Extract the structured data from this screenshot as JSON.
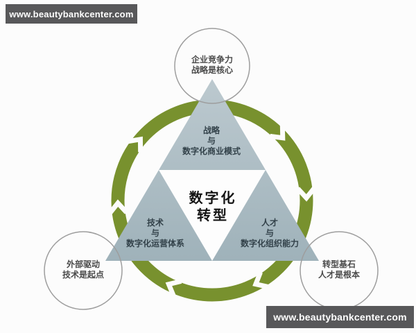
{
  "watermark": {
    "text": "www.beautybankcenter.com"
  },
  "diagram": {
    "title_center": {
      "line1": "数字化",
      "line2": "转型"
    },
    "triangle_segments": {
      "strategy": {
        "line1": "战略",
        "line2": "与",
        "line3": "数字化商业模式"
      },
      "technology": {
        "line1": "技术",
        "line2": "与",
        "line3": "数字化运营体系"
      },
      "talent": {
        "line1": "人才",
        "line2": "与",
        "line3": "数字化组织能力"
      }
    },
    "satellite_circles": {
      "top": {
        "line1": "企业竞争力",
        "line2": "战略是核心"
      },
      "left": {
        "line1": "外部驱动",
        "line2": "技术是起点"
      },
      "right": {
        "line1": "转型基石",
        "line2": "人才是根本"
      }
    },
    "colors": {
      "ring_green": "#78912e",
      "triangle_fill": "#a9bbc3",
      "triangle_fill_light": "#bcc9cf",
      "watermark_bar": "#58585a",
      "circle_border": "#9d9d9d",
      "center_text": "#141414",
      "segment_text": "#33424a"
    }
  }
}
